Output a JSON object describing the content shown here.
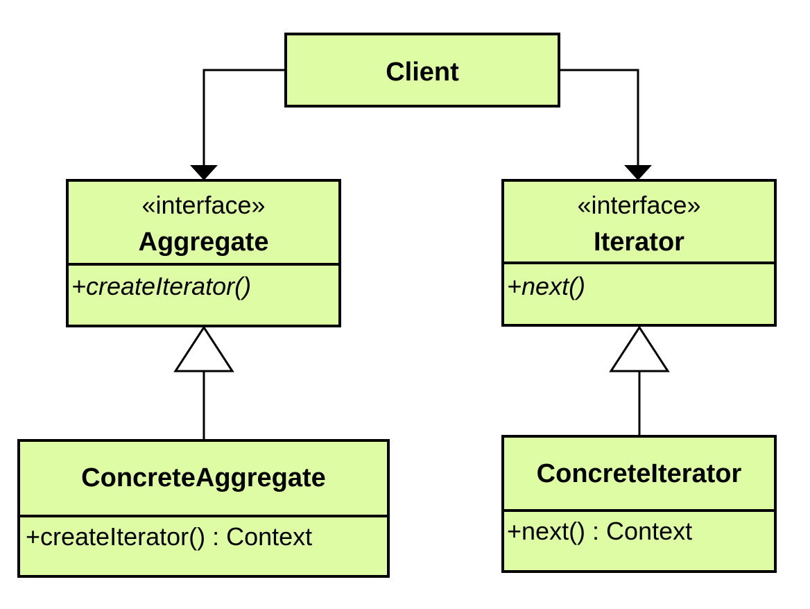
{
  "client": {
    "name": "Client"
  },
  "aggregate": {
    "stereotype": "«interface»",
    "name": "Aggregate",
    "operation": "+createIterator()"
  },
  "iterator": {
    "stereotype": "«interface»",
    "name": "Iterator",
    "operation": "+next()"
  },
  "concrete_aggregate": {
    "name": "ConcreteAggregate",
    "operation": "+createIterator() : Context"
  },
  "concrete_iterator": {
    "name": "ConcreteIterator",
    "operation": "+next() : Context"
  },
  "colors": {
    "class_fill": "#ddfca4",
    "stroke": "#000000"
  }
}
